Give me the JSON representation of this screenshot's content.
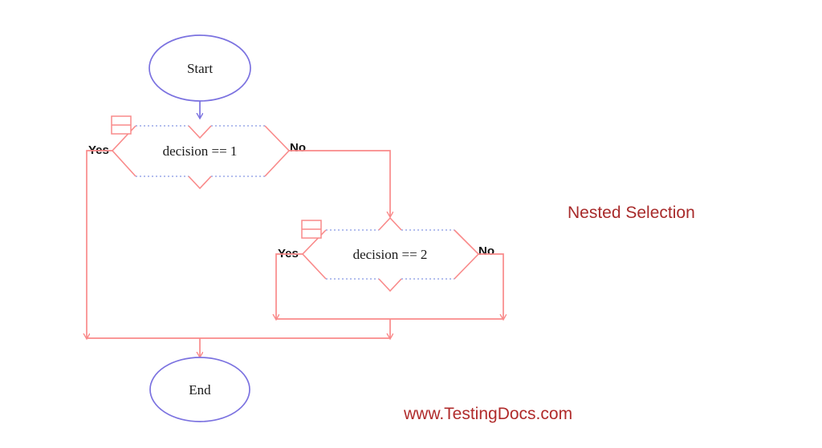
{
  "diagram": {
    "title_annotation": "Nested Selection",
    "watermark": "www.TestingDocs.com",
    "colors": {
      "flow_line": "#f98a8a",
      "terminator_stroke": "#7b72e0",
      "dotted_edge": "#9aa8e8",
      "annotation_red": "#a82b2b",
      "watermark_red": "#b02b2b",
      "text_black": "#1a1a1a",
      "background": "#ffffff"
    },
    "nodes": [
      {
        "id": "start",
        "type": "terminator",
        "label": "Start"
      },
      {
        "id": "decision1",
        "type": "decision",
        "label": "decision == 1"
      },
      {
        "id": "decision2",
        "type": "decision",
        "label": "decision == 2"
      },
      {
        "id": "end",
        "type": "terminator",
        "label": "End"
      }
    ],
    "branch_labels": {
      "decision1_yes": "Yes",
      "decision1_no": "No",
      "decision2_yes": "Yes",
      "decision2_no": "No"
    },
    "edges": [
      {
        "from": "start",
        "to": "decision1",
        "label": ""
      },
      {
        "from": "decision1",
        "to": "merge_outer",
        "label": "Yes"
      },
      {
        "from": "decision1",
        "to": "decision2",
        "label": "No"
      },
      {
        "from": "decision2",
        "to": "merge_inner",
        "label": "Yes"
      },
      {
        "from": "decision2",
        "to": "merge_inner",
        "label": "No"
      },
      {
        "from": "merge_inner",
        "to": "merge_outer",
        "label": ""
      },
      {
        "from": "merge_outer",
        "to": "end",
        "label": ""
      }
    ],
    "icons": {
      "decision1_marker": "table-marker-icon",
      "decision2_marker": "table-marker-icon"
    }
  }
}
